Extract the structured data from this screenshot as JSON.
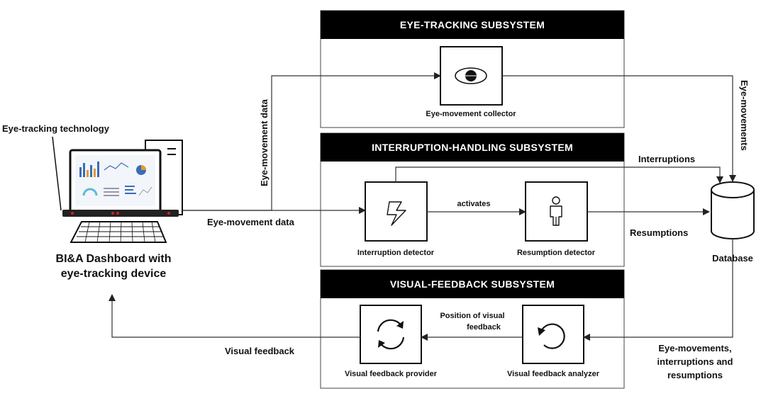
{
  "subsystems": {
    "eye_tracking": "EYE-TRACKING SUBSYSTEM",
    "interruption_handling": "INTERRUPTION-HANDLING SUBSYSTEM",
    "visual_feedback": "VISUAL-FEEDBACK SUBSYSTEM"
  },
  "components": {
    "eye_movement_collector": "Eye-movement collector",
    "interruption_detector": "Interruption detector",
    "resumption_detector": "Resumption detector",
    "visual_feedback_provider": "Visual feedback provider",
    "visual_feedback_analyzer": "Visual feedback analyzer",
    "database": "Database"
  },
  "device": {
    "technology_label": "Eye-tracking technology",
    "title_line1": "BI&A Dashboard with",
    "title_line2": "eye-tracking device"
  },
  "edges": {
    "eye_movement_data_vertical": "Eye-movement data",
    "eye_movement_data_horizontal": "Eye-movement data",
    "eye_movements": "Eye-movements",
    "interruptions": "Interruptions",
    "activates": "activates",
    "resumptions": "Resumptions",
    "position_line1": "Position of visual",
    "position_line2": "feedback",
    "visual_feedback": "Visual feedback",
    "combined_line1": "Eye-movements,",
    "combined_line2": "interruptions and",
    "combined_line3": "resumptions"
  },
  "colors": {
    "header_fill": "#000000",
    "line": "#333333",
    "screen_bar": "#3a6db5",
    "tracker_led": "#cc2222"
  }
}
